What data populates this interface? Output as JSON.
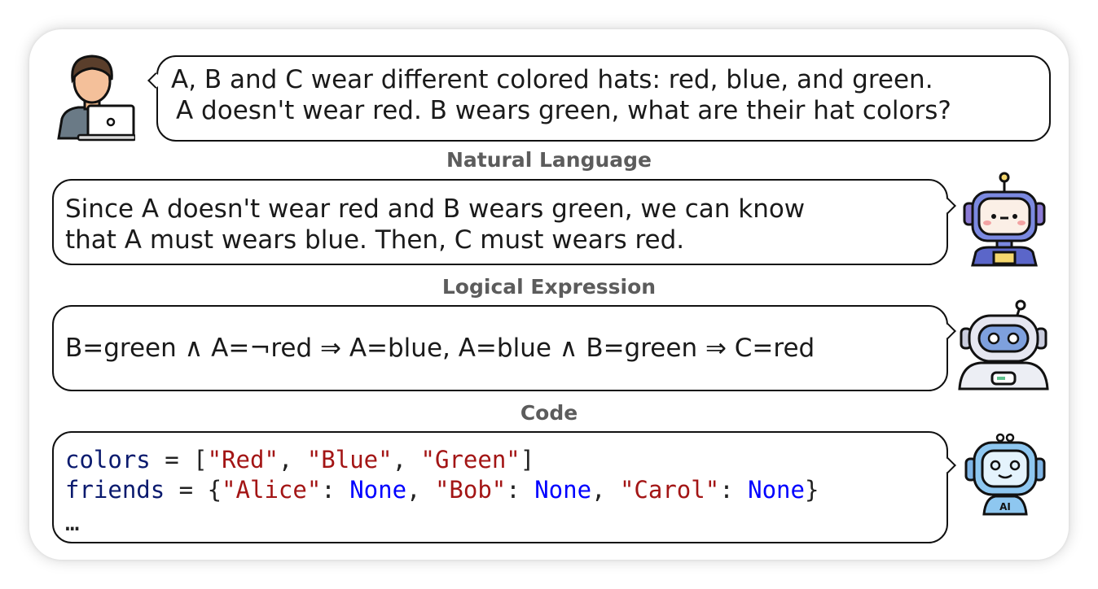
{
  "question": {
    "line1": "A, B and C wear different colored hats: red, blue, and green.",
    "line2": "A doesn't wear red. B wears green, what are their hat colors?"
  },
  "natural_language": {
    "label": "Natural Language",
    "line1": "Since A doesn't wear red and B wears green, we can know",
    "line2": "that A must wears blue. Then, C must wears red."
  },
  "logical_expression": {
    "label": "Logical Expression",
    "text": "B=green ∧ A=¬red ⇒ A=blue,   A=blue ∧ B=green ⇒ C=red"
  },
  "code": {
    "label": "Code",
    "line1": [
      {
        "t": "colors",
        "c": "name"
      },
      {
        "t": " = [",
        "c": "punct"
      },
      {
        "t": "\"Red\"",
        "c": "str"
      },
      {
        "t": ", ",
        "c": "punct"
      },
      {
        "t": "\"Blue\"",
        "c": "str"
      },
      {
        "t": ", ",
        "c": "punct"
      },
      {
        "t": "\"Green\"",
        "c": "str"
      },
      {
        "t": "]",
        "c": "punct"
      }
    ],
    "line2": [
      {
        "t": "friends",
        "c": "name"
      },
      {
        "t": " = {",
        "c": "punct"
      },
      {
        "t": "\"Alice\"",
        "c": "str"
      },
      {
        "t": ": ",
        "c": "punct"
      },
      {
        "t": "None",
        "c": "kw"
      },
      {
        "t": ", ",
        "c": "punct"
      },
      {
        "t": "\"Bob\"",
        "c": "str"
      },
      {
        "t": ": ",
        "c": "punct"
      },
      {
        "t": "None",
        "c": "kw"
      },
      {
        "t": ", ",
        "c": "punct"
      },
      {
        "t": "\"Carol\"",
        "c": "str"
      },
      {
        "t": ": ",
        "c": "punct"
      },
      {
        "t": "None",
        "c": "kw"
      },
      {
        "t": "}",
        "c": "punct"
      }
    ],
    "line3": "…"
  },
  "colors": {
    "name": "#0a1a6e",
    "str": "#a31515",
    "kw": "#0000ff",
    "punct": "#222222"
  },
  "icons": {
    "user": "person-with-laptop-icon",
    "robot1": "pink-cheek-robot-icon",
    "robot2": "round-robot-icon",
    "robot3": "ai-robot-icon"
  }
}
